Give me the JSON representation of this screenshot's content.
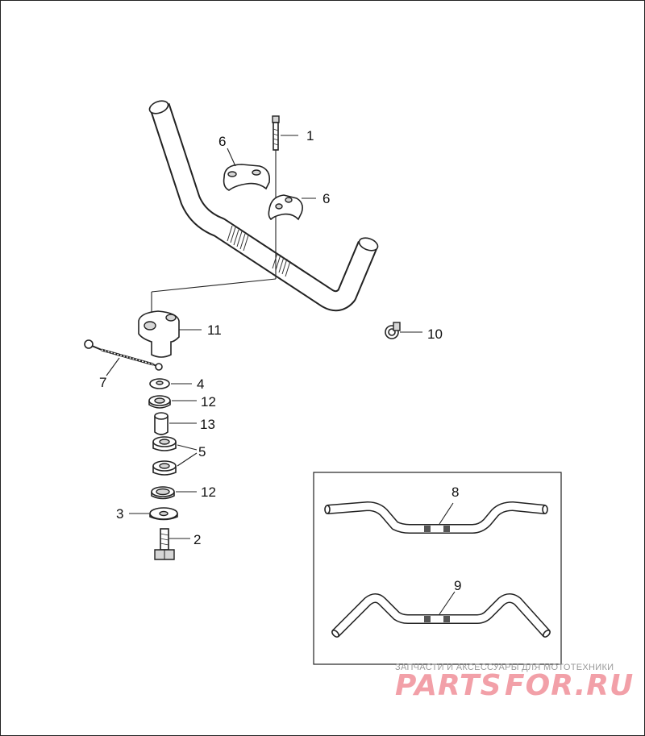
{
  "diagram": {
    "callouts": {
      "bolt_top": "1",
      "bolt_bottom": "2",
      "washer_large": "3",
      "washer_small": "4",
      "bushings": "5",
      "clamp_left": "6",
      "clamp_right": "6",
      "ground_strap": "7",
      "handlebar_low": "8",
      "handlebar_high": "9",
      "clip": "10",
      "riser": "11",
      "cup_upper": "12",
      "cup_lower": "12",
      "sleeve": "13"
    }
  },
  "watermark": {
    "caption": "ЗАПЧАСТИ И АКСЕССУАРЫ ДЛЯ МОТОТЕХНИКИ",
    "logo_left": "PARTS",
    "logo_right": "FOR.RU",
    "logo_color": "#f2a0a8"
  }
}
